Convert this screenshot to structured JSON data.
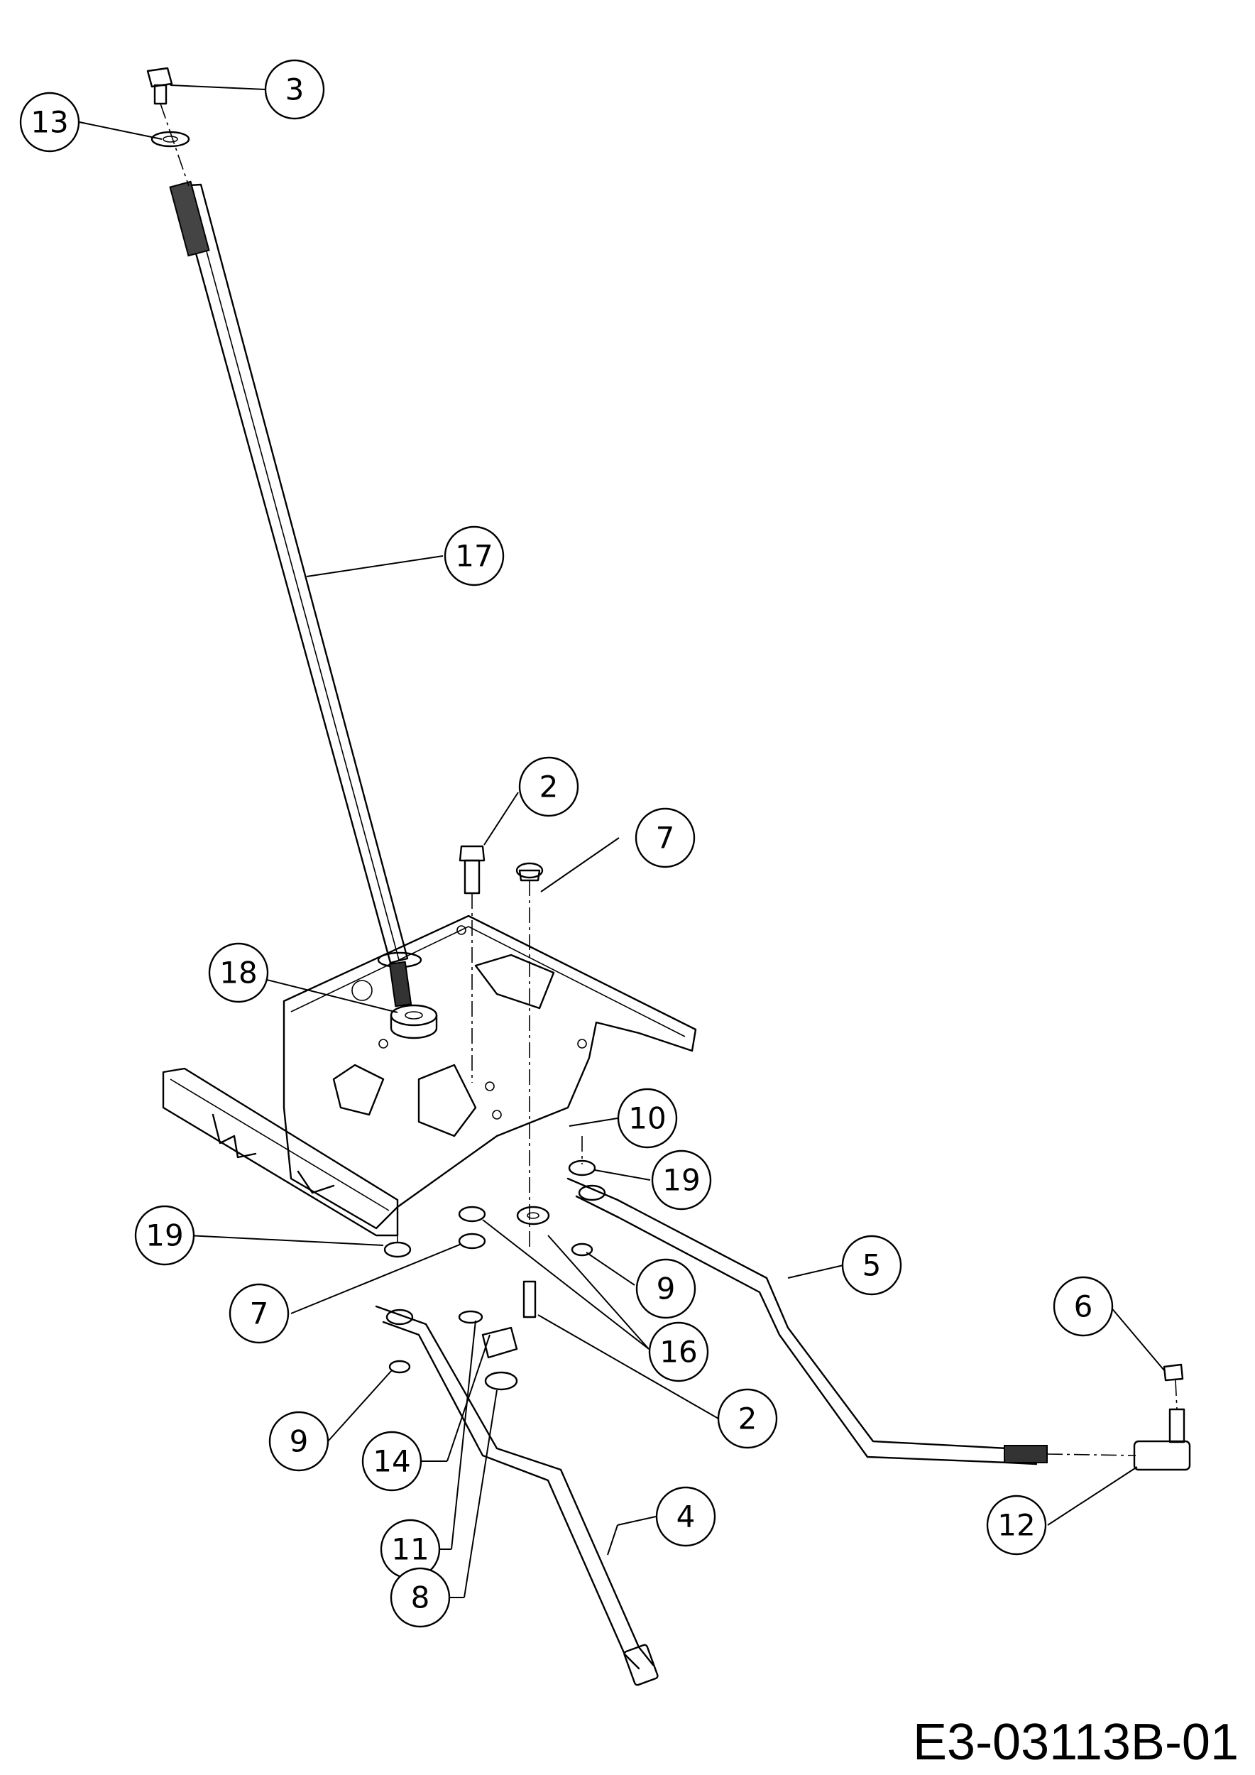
{
  "drawing_code": "E3-03113B-01",
  "callouts": [
    {
      "id": "c-3",
      "label": "3"
    },
    {
      "id": "c-13",
      "label": "13"
    },
    {
      "id": "c-17",
      "label": "17"
    },
    {
      "id": "c-2a",
      "label": "2"
    },
    {
      "id": "c-7a",
      "label": "7"
    },
    {
      "id": "c-18",
      "label": "18"
    },
    {
      "id": "c-10",
      "label": "10"
    },
    {
      "id": "c-19a",
      "label": "19"
    },
    {
      "id": "c-19b",
      "label": "19"
    },
    {
      "id": "c-5",
      "label": "5"
    },
    {
      "id": "c-9a",
      "label": "9"
    },
    {
      "id": "c-7b",
      "label": "7"
    },
    {
      "id": "c-6",
      "label": "6"
    },
    {
      "id": "c-16",
      "label": "16"
    },
    {
      "id": "c-2b",
      "label": "2"
    },
    {
      "id": "c-9b",
      "label": "9"
    },
    {
      "id": "c-14",
      "label": "14"
    },
    {
      "id": "c-12",
      "label": "12"
    },
    {
      "id": "c-4",
      "label": "4"
    },
    {
      "id": "c-11",
      "label": "11"
    },
    {
      "id": "c-8",
      "label": "8"
    }
  ]
}
